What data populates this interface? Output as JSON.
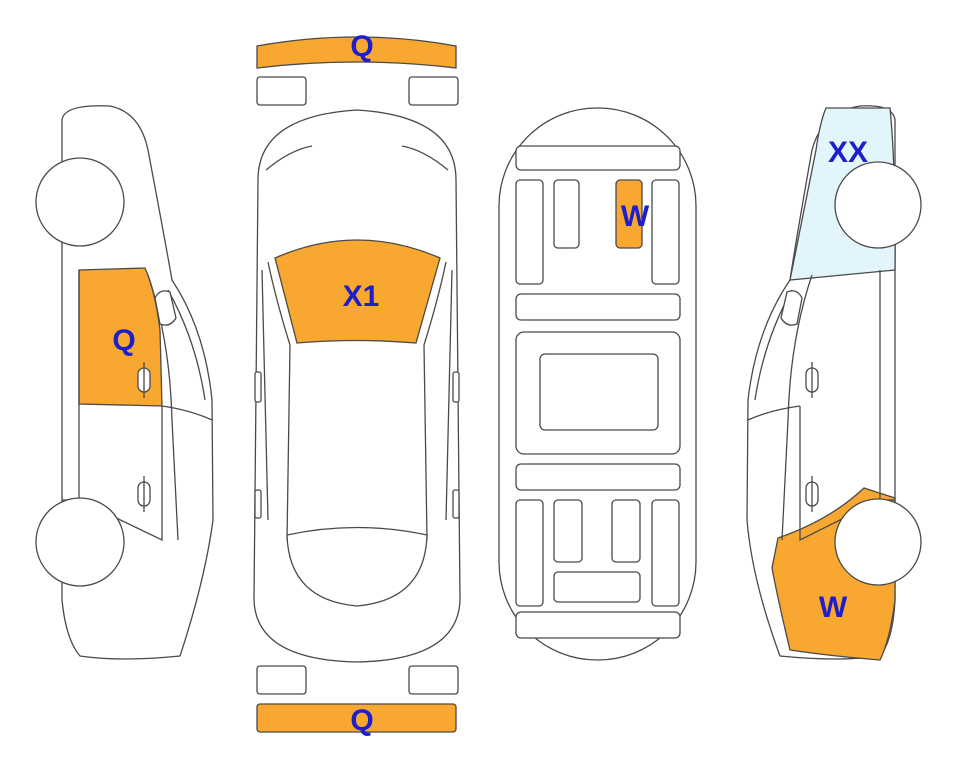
{
  "colors": {
    "damage_orange": "#F8A830",
    "light_blue": "#E2F5FB",
    "label_blue": "#1E1ECC",
    "outline": "#4a4a4a"
  },
  "labels": {
    "front_bumper": "Q",
    "rear_bumper": "Q",
    "left_front_door": "Q",
    "windshield": "X1",
    "underbody": "W",
    "right_front_fender": "XX",
    "right_rear_quarter": "W"
  }
}
